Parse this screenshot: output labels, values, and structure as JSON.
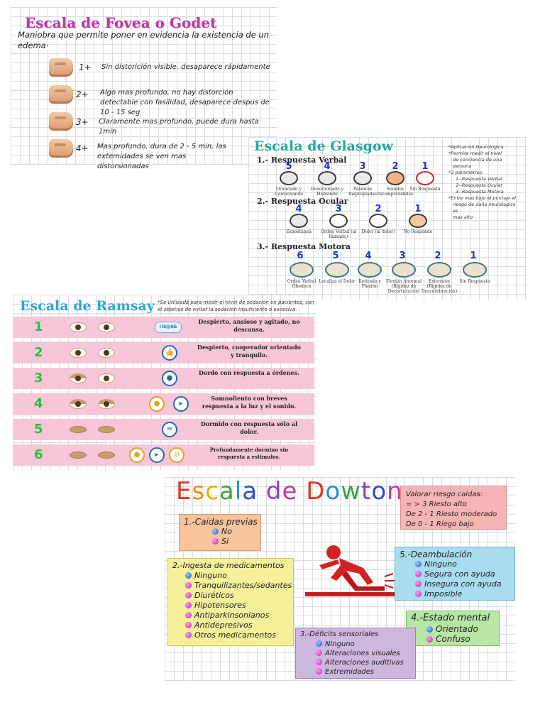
{
  "fovea": {
    "title": "Escala de Fovea o Godet",
    "subtitle": "Maniobra que permite poner en evidencia la existencia de un edema·",
    "rows": [
      {
        "grade": "1+",
        "text": "Sin distorición visible, desaparece rápidamente"
      },
      {
        "grade": "2+",
        "text": "Algo mas profundo, no hay distorción detectable con fasilidad, desaparece despus de 10 - 15 seg"
      },
      {
        "grade": "3+",
        "text": "Claramente mas profundo, puede dura hasta 1min"
      },
      {
        "grade": "4+",
        "text": "Mas profundo, dura de 2 - 5 min, las extemidades se ven mas distorsionadas"
      }
    ]
  },
  "glasgow": {
    "title": "Escala de Glasgow",
    "sections": {
      "verbal": "1.- Respuesta Verbal",
      "ocular": "2.- Respuesta Ocular",
      "motora": "3.- Respuesta Motora"
    },
    "verbal": [
      {
        "score": "5",
        "label": "Orientado y Conversando"
      },
      {
        "score": "4",
        "label": "Desorientado y Hablando"
      },
      {
        "score": "3",
        "label": "Palabras Inapropiadas"
      },
      {
        "score": "2",
        "label": "Sonidos Incomprensibles"
      },
      {
        "score": "1",
        "label": "Sin Respuesta"
      }
    ],
    "ocular": [
      {
        "score": "4",
        "label": "Espontánea"
      },
      {
        "score": "3",
        "label": "Orden Verbal (al llamado)"
      },
      {
        "score": "2",
        "label": "Dolor (al dolor)"
      },
      {
        "score": "1",
        "label": "No Responde"
      }
    ],
    "motora": [
      {
        "score": "6",
        "label": "Orden Verbal Obedece"
      },
      {
        "score": "5",
        "label": "Localiza el Dolor"
      },
      {
        "score": "4",
        "label": "Retirada y Flexión"
      },
      {
        "score": "3",
        "label": "Flexión Anormal (Rigidez de Decorticación)"
      },
      {
        "score": "2",
        "label": "Extensión (Rigidez de Descerebración)"
      },
      {
        "score": "1",
        "label": "Sin Respuesta"
      }
    ],
    "notes": [
      "*Aplicacion Neurológica",
      "*Permite medir el nivel",
      "de conciencia de una persona",
      "*3 parametros:",
      "1--Respuesta Verbal",
      "2--Respuesta Ocular",
      "3--Respuesta Motora",
      "*Entre mas bajo el puntaje el",
      "riesgo de daño neurologico es",
      "mas alto·"
    ]
  },
  "ramsay": {
    "title": "Escala de Ramsay",
    "note": "*Se utilizada para medir el nivel de sedación en pacientes, con el objetivo de evitar la sedación insuficiente o excesiva·",
    "speech_icon_text": "!!$@$&",
    "rows": [
      {
        "level": "1",
        "text": "Despierto, ansioso y agitado, no descansa."
      },
      {
        "level": "2",
        "text": "Despierto, cooperador orientado y tranquilo."
      },
      {
        "level": "3",
        "text": "Dordo con respuesta a órdenes."
      },
      {
        "level": "4",
        "text": "Somnoliento con breves respuesta a la luz y el sonido."
      },
      {
        "level": "5",
        "text": "Dormido con respuesta sólo al dolor."
      },
      {
        "level": "6",
        "text": "Profundamente dormino sin respuesta a estimulos."
      }
    ]
  },
  "dowton": {
    "title": "Escala de Dowton",
    "title_colors": [
      "#e0361f",
      "#f08a15",
      "#d7b400",
      "#3aa63a",
      "#2a8fd3",
      "#2f4fc4",
      "#8b3fc0",
      "#c23a9a",
      "#e0361f",
      "#2a8fd3",
      "#3aa63a",
      "#8b3fc0",
      "#2f4fc4",
      "#c23a9a",
      "#f08a15",
      "#3aa63a",
      "#2a8fd3"
    ],
    "risk": {
      "title": "Valorar riesgo caidas:",
      "lines": [
        "= > 3 Riesto alto",
        "De 2 - 1 Riesto moderado",
        "De 0 - 1 Riego bajo"
      ]
    },
    "caidas": {
      "title": "1.-Caidas previas",
      "items": [
        "No",
        "Si"
      ]
    },
    "medicamentos": {
      "title": "2.-Ingesta de medicamentos",
      "items": [
        "Ninguno",
        "Tranquilizantes/sedantes",
        "Diuréticos",
        "Hipotensores",
        "Antiparkinsonianos",
        "Antidepresivos",
        "Otros medicamentos"
      ]
    },
    "deficits": {
      "title": "3.-Déficits sensoriales",
      "items": [
        "Ninguno",
        "Alteraciones visuales",
        "Alteraciones auditivas",
        "Extremidades"
      ]
    },
    "mental": {
      "title": "4.-Estado mental",
      "items": [
        "Orientado",
        "Confuso"
      ]
    },
    "deambulacion": {
      "title": "5.-Deambulación",
      "items": [
        "Ninguno",
        "Segura con ayuda",
        "Insegura con ayuda",
        "Imposible"
      ]
    },
    "colors": {
      "risk_bg": "#f7b4b4",
      "caidas_bg": "#f8c49b",
      "medicamentos_bg": "#f5f09a",
      "deficits_bg": "#cdb7df",
      "mental_bg": "#b8e6a4",
      "deambulacion_bg": "#a9dcef"
    }
  }
}
